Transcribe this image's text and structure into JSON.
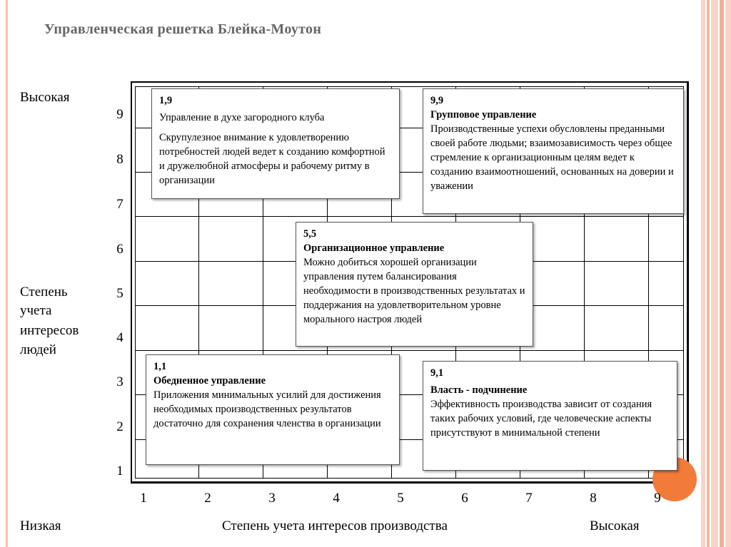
{
  "title": "Управленческая решетка Блейка-Моутон",
  "y_axis": {
    "high_label": "Высокая",
    "label_lines": [
      "Степень",
      "учета",
      "интересов",
      "людей"
    ],
    "ticks": [
      "9",
      "8",
      "7",
      "6",
      "5",
      "4",
      "3",
      "2",
      "1"
    ]
  },
  "x_axis": {
    "low_label": "Низкая",
    "label": "Степень учета интересов производства",
    "high_label": "Высокая",
    "ticks": [
      "1",
      "2",
      "3",
      "4",
      "5",
      "6",
      "7",
      "8",
      "9"
    ]
  },
  "boxes": {
    "b19": {
      "code": "1,9",
      "name": "Управление в духе загородного клуба",
      "text": "Скрупулезное внимание к удовлетворению потребностей людей ведет к созданию комфортной и дружелюбной атмосферы и рабочему ритму в организации"
    },
    "b99": {
      "code": "9,9",
      "name": "Групповое управление",
      "text": "Производственные успехи обусловлены преданными своей работе людьми; взаимозависимость через общее стремление к организационным целям ведет к созданию взаимоотношений, основанных на доверии и уважении"
    },
    "b55": {
      "code": "5,5",
      "name": "Организационное управление",
      "text": "Можно добиться хорошей организации управления путем балансирования необходимости в производственных результатах и поддержания на удовлетворительном уровне морального настроя людей"
    },
    "b11": {
      "code": "1,1",
      "name": "Обедненное управление",
      "text": "Приложения минимальных усилий для достижения необходимых производственных результатов достаточно для сохранения членства в организации"
    },
    "b91": {
      "code": "9,1",
      "name": "Власть - подчинение",
      "text": "Эффективность производства зависит от создания таких рабочих условий, где человеческие аспекты присутствуют в минимальной степени"
    }
  },
  "colors": {
    "accent": "#f37b3a",
    "frame": "#f2c4b3",
    "title": "#666666"
  }
}
